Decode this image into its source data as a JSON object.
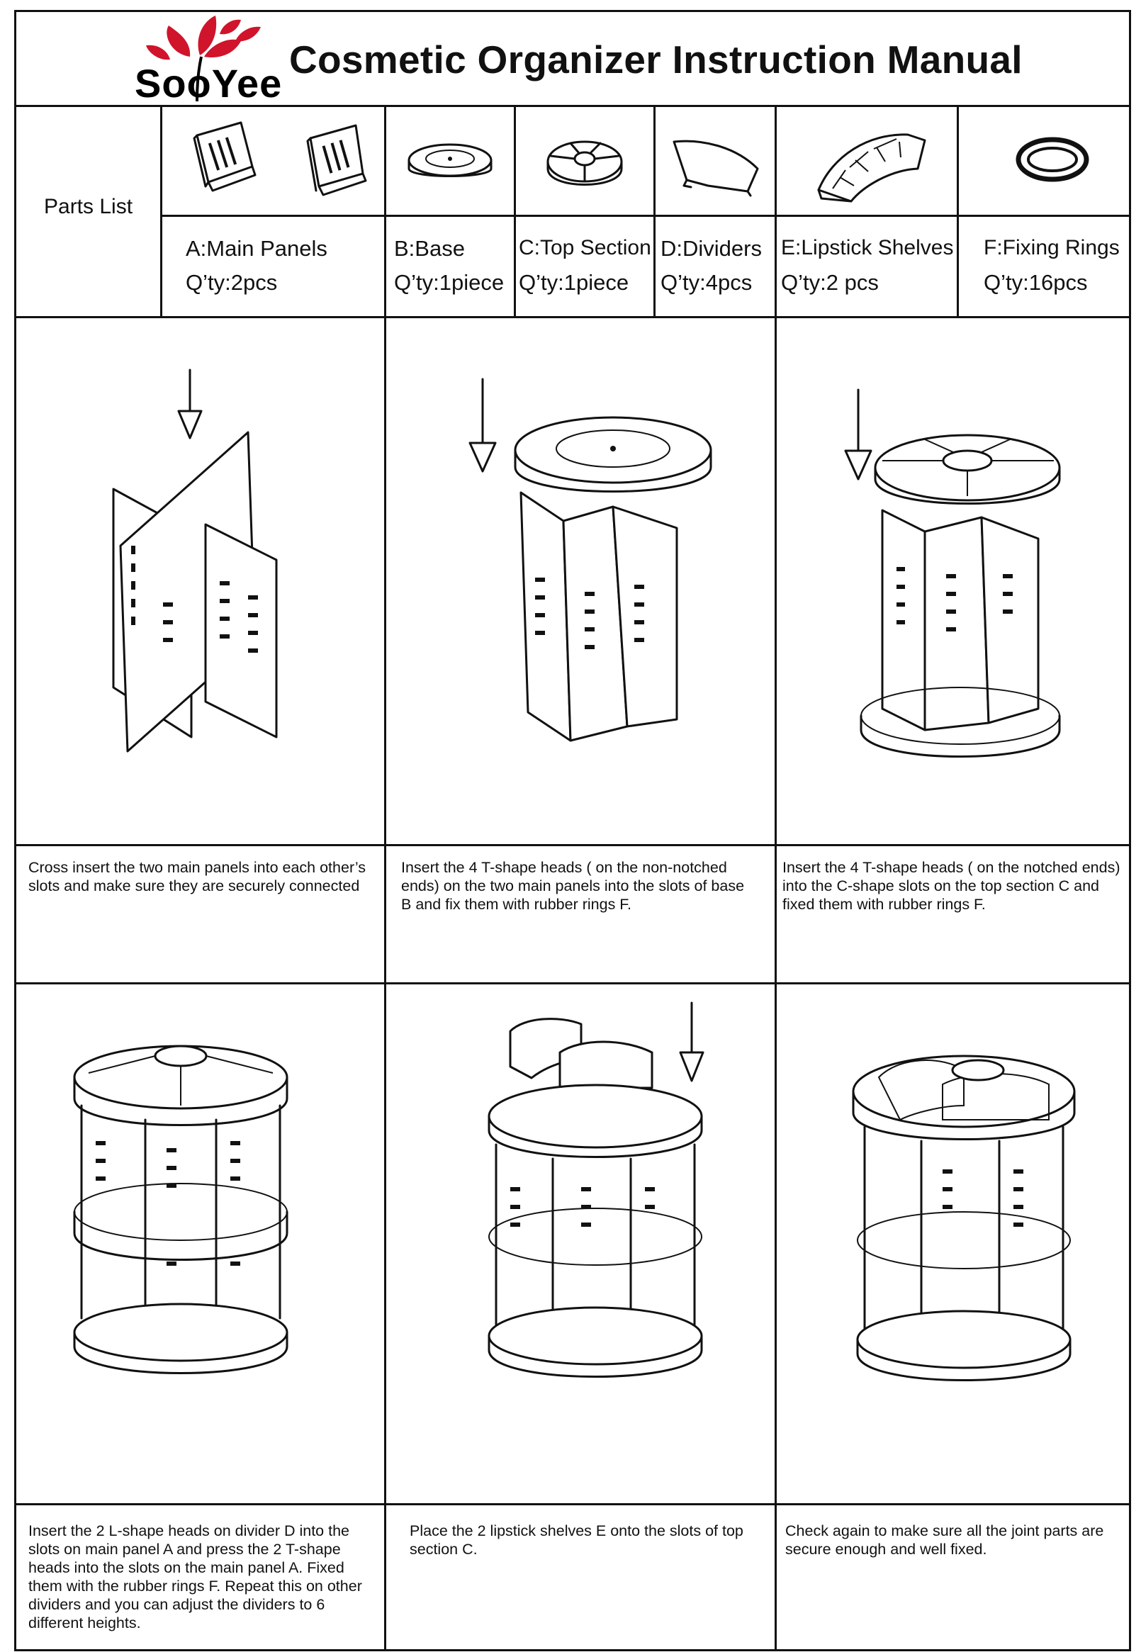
{
  "header": {
    "brand": "SooYee",
    "title": "Cosmetic Organizer Instruction Manual"
  },
  "parts": {
    "label": "Parts List",
    "items": [
      {
        "icon": "main-panels-icon",
        "name": "A:Main Panels",
        "qty": "Q’ty:2pcs"
      },
      {
        "icon": "base-icon",
        "name": "B:Base",
        "qty": "Q’ty:1piece"
      },
      {
        "icon": "top-section-icon",
        "name": "C:Top Section",
        "qty": "Q’ty:1piece"
      },
      {
        "icon": "divider-icon",
        "name": "D:Dividers",
        "qty": "Q’ty:4pcs"
      },
      {
        "icon": "lipstick-shelf-icon",
        "name": "E:Lipstick Shelves",
        "qty": "Q’ty:2 pcs"
      },
      {
        "icon": "fixing-ring-icon",
        "name": "F:Fixing Rings",
        "qty": "Q’ty:16pcs"
      }
    ]
  },
  "steps": [
    {
      "text": "Cross insert  the two main panels into each other’s slots and make sure they are securely connected"
    },
    {
      "text": "Insert the 4 T-shape heads ( on the non-notched ends) on  the two main panels into the slots of base B and fix them with rubber rings F."
    },
    {
      "text": "Insert  the 4 T-shape heads ( on the notched ends) into the C-shape slots on the top section C and fixed them with rubber rings F."
    },
    {
      "text": "Insert the 2 L-shape heads on divider D into the slots on main panel A and press the 2 T-shape heads into the slots on the main panel A. Fixed them with the rubber rings F. Repeat this on other dividers and you can adjust the dividers to 6 different heights."
    },
    {
      "text": "Place the 2 lipstick shelves E onto the slots of top section C."
    },
    {
      "text": "Check again to make sure all the joint parts are secure enough and well fixed."
    }
  ],
  "colors": {
    "line": "#111111",
    "logo_leaf": "#d0142b",
    "background": "#ffffff"
  }
}
